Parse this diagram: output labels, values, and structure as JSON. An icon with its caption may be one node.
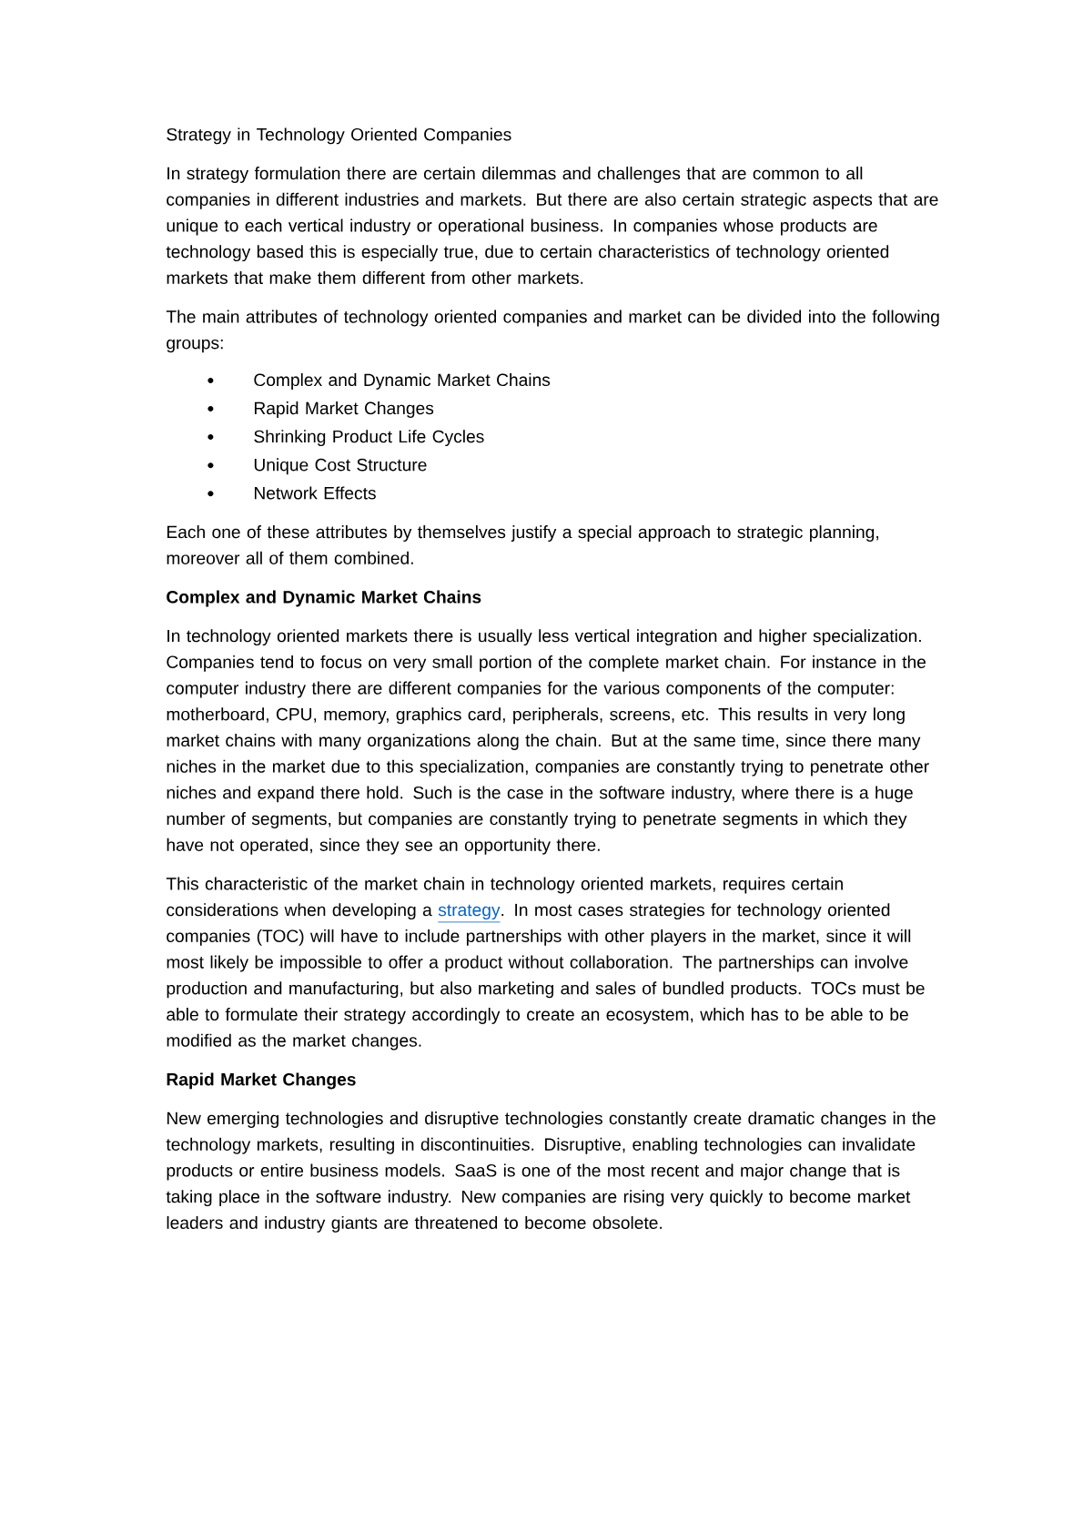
{
  "diagram": {
    "title": "Strategy in Technology Oriented Companies",
    "labels": [
      "In strategy formulation there are certain dilemmas and challenges that are common to all companies in different industries and markets. But there are also certain strategic aspects that are unique to each vertical industry or operational business. In companies whose products are technology based this is especially true, due to certain characteristics of technology oriented markets that make them different from other markets.",
      "The main attributes of technology oriented companies and market can be divided into the following groups:",
      "Complex and Dynamic Market Chains",
      "Rapid Market Changes",
      "Shrinking Product Life Cycles",
      "Unique Cost Structure",
      "Network Effects",
      "Each one of these attributes by themselves justify a special approach to strategic planning, moreover all of them combined.",
      "Complex and Dynamic Market Chains",
      "In technology oriented markets there is usually less vertical integration and higher specialization. Companies tend to focus on very small portion of the complete market chain. For instance in the computer industry there are different companies for the various components of the computer: motherboard, CPU, memory, graphics card, peripherals, screens, etc. This results in very long market chains with many organizations along the chain. But at the same time, since there many niches in the market due to this specialization, companies are constantly trying to penetrate other niches and expand there hold. Such is the case in the software industry, where there is a huge number of segments, but companies are constantly trying to penetrate segments in which they have not operated, since they see an opportunity there.",
      "This characteristic of the market chain in technology oriented markets, requires certain considerations when developing a",
      "strategy",
      ". In most cases strategies for technology oriented companies (TOC) will have to include partnerships with other players in the market, since it will most likely be impossible to offer a product without collaboration. The partnerships can involve production and manufacturing, but also marketing and sales of bundled products. TOCs must be able to formulate their strategy accordingly to create an ecosystem, which has to be able to be modified as the market changes.",
      "Rapid Market Changes",
      "New emerging technologies and disruptive technologies constantly create dramatic changes in the technology markets, resulting in discontinuities. Disruptive, enabling technologies can invalidate products or entire business models. SaaS is one of the most recent and major change that is taking place in the software industry. New companies are rising very quickly to become market leaders and industry giants are threatened to become obsolete."
    ]
  }
}
